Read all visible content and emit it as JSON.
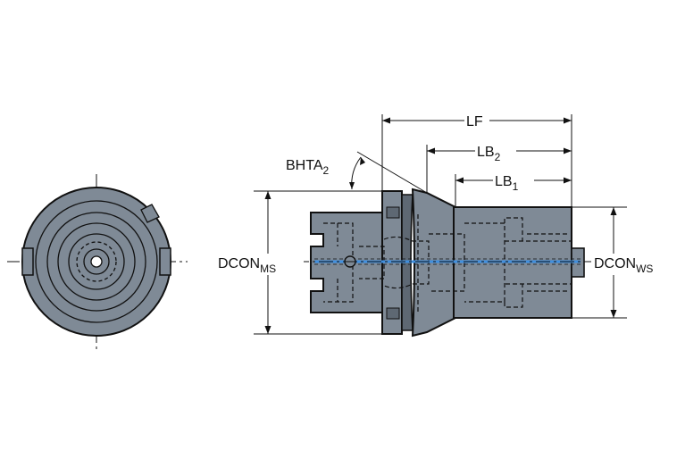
{
  "dimensions": {
    "lf": "LF",
    "lb2": {
      "main": "LB",
      "sub": "2"
    },
    "lb1": {
      "main": "LB",
      "sub": "1"
    },
    "bhta2": {
      "main": "BHTA",
      "sub": "2"
    },
    "dcon_ms": {
      "main": "DCON",
      "sub": "MS"
    },
    "dcon_ws": {
      "main": "DCON",
      "sub": "WS"
    }
  },
  "colors": {
    "body_fill": "#7f8a96",
    "dark_fill": "#5e6873",
    "outline": "#111111",
    "coolant_channel": "#3f8fe0"
  }
}
